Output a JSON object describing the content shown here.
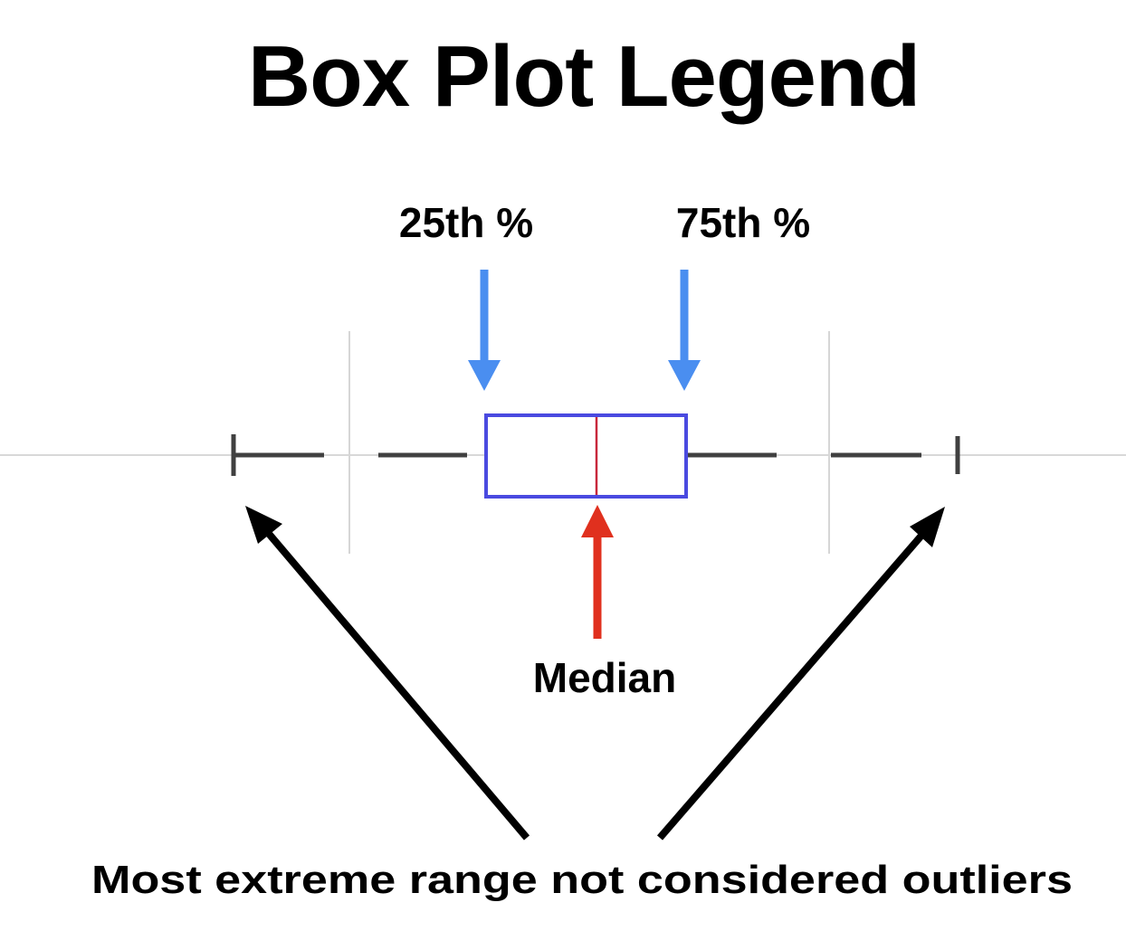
{
  "title": "Box Plot Legend",
  "labels": {
    "q1": "25th %",
    "q3": "75th %",
    "median": "Median",
    "whiskers": "Most extreme range not considered outliers"
  },
  "colors": {
    "quartile_arrow": "#4a8ef0",
    "median_arrow": "#e0301e",
    "whisker_arrow": "#000000",
    "box_outline": "#4a4ae0",
    "median_line": "#c8283c",
    "whisker": "#404040",
    "axis": "#cccccc",
    "gridline": "#d6d6d6"
  }
}
